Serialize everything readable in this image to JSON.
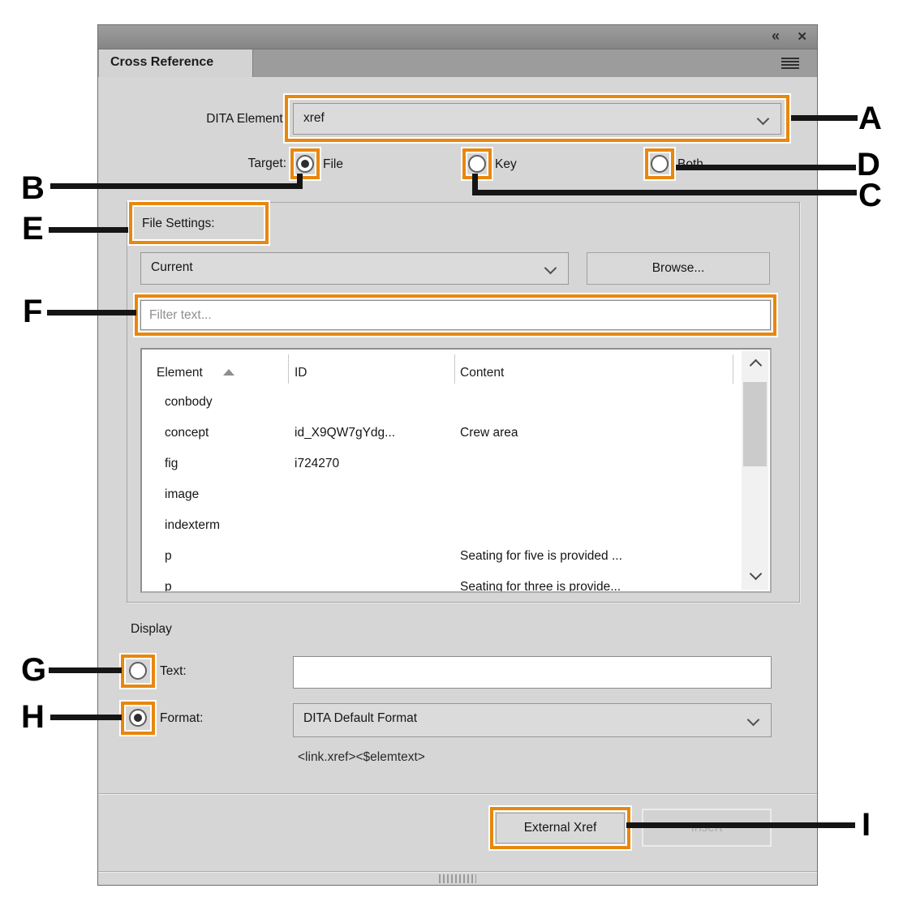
{
  "window": {
    "collapse_glyph": "«",
    "close_glyph": "✕",
    "tab_label": "Cross Reference"
  },
  "form": {
    "dita_element_label": "DITA Element:",
    "dita_element_value": "xref",
    "target_label": "Target:",
    "target_options": [
      {
        "label": "File",
        "selected": true
      },
      {
        "label": "Key",
        "selected": false
      },
      {
        "label": "Both",
        "selected": false
      }
    ],
    "file_settings_label": "File Settings:",
    "file_source_value": "Current",
    "browse_label": "Browse...",
    "filter_placeholder": "Filter text...",
    "table": {
      "columns": [
        {
          "label": "Element",
          "sorted": "asc"
        },
        {
          "label": "ID",
          "sorted": ""
        },
        {
          "label": "Content",
          "sorted": ""
        }
      ],
      "rows": [
        {
          "element": "conbody",
          "id": "",
          "content": ""
        },
        {
          "element": "concept",
          "id": "id_X9QW7gYdg...",
          "content": "Crew area"
        },
        {
          "element": "fig",
          "id": "i724270",
          "content": ""
        },
        {
          "element": "image",
          "id": "",
          "content": ""
        },
        {
          "element": "indexterm",
          "id": "",
          "content": ""
        },
        {
          "element": "p",
          "id": "",
          "content": "Seating for five is provided ..."
        },
        {
          "element": "p",
          "id": "",
          "content": "Seating for three is provide..."
        }
      ]
    },
    "display_label": "Display",
    "text_option_label": "Text:",
    "text_value": "",
    "format_option_label": "Format:",
    "format_value": "DITA Default Format",
    "format_building_block": "<link.xref><$elemtext>",
    "external_xref_label": "External Xref",
    "insert_label": "Insert"
  },
  "callouts": {
    "a": "A",
    "b": "B",
    "c": "C",
    "d": "D",
    "e": "E",
    "f": "F",
    "g": "G",
    "h": "H",
    "i": "I"
  },
  "colors": {
    "highlight_orange": "#E8870E",
    "callout_line_black": "#151515",
    "panel_background": "#D6D6D6",
    "titlebar_gray": "#8E8E8E"
  }
}
